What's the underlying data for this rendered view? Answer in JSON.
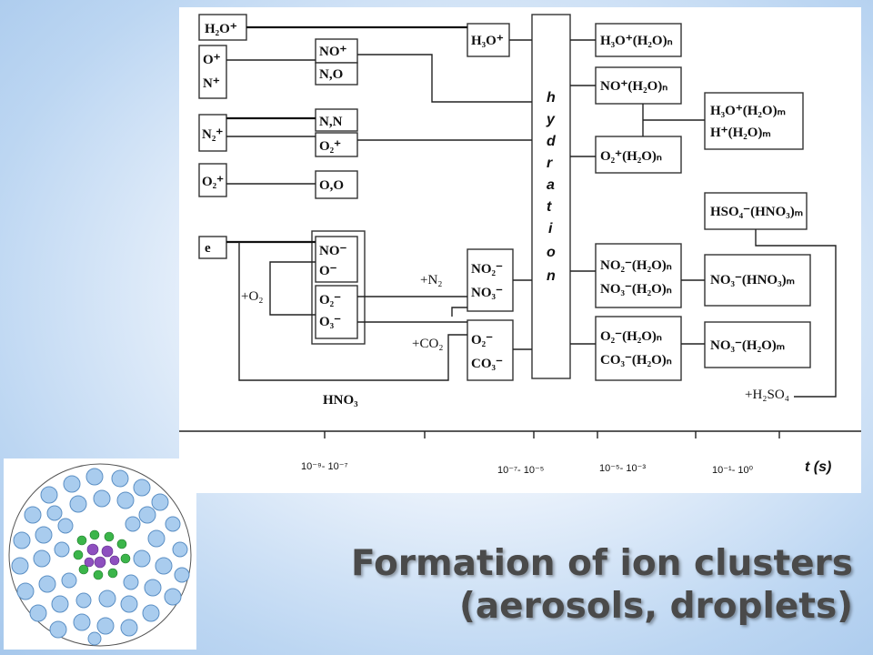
{
  "slide": {
    "title": "Formation of ion clusters (aerosols, droplets)"
  },
  "diagram": {
    "primary_ions": [
      "H₂O⁺",
      "O⁺",
      "N⁺",
      "N₂⁺",
      "O₂⁺",
      "e"
    ],
    "first_products": [
      "NO⁺",
      "N,O",
      "N,N",
      "O₂⁺",
      "O,O",
      "NO⁻",
      "O⁻",
      "O₂⁻",
      "O₃⁻"
    ],
    "intermediate": [
      "H₃O⁺",
      "NO₂⁻",
      "NO₃⁻",
      "O₂⁻",
      "CO₃⁻"
    ],
    "reactants": [
      "+O₂",
      "+N₂",
      "+CO₂",
      "HNO₃",
      "+H₂SO₄"
    ],
    "hydration_label": [
      "h",
      "y",
      "d",
      "r",
      "a",
      "t",
      "i",
      "o",
      "n"
    ],
    "hydrated": [
      "H₃O⁺(H₂O)ₙ",
      "NO⁺(H₂O)ₙ",
      "O₂⁺(H₂O)ₙ",
      "NO₂⁻(H₂O)ₙ",
      "NO₃⁻(H₂O)ₙ",
      "O₂⁻(H₂O)ₙ",
      "CO₃⁻(H₂O)ₙ"
    ],
    "final": [
      "H₃O⁺(H₂O)ₘ",
      "H⁺(H₂O)ₘ",
      "HSO₄⁻(HNO₃)ₘ",
      "NO₃⁻(HNO₃)ₘ",
      "NO₃⁻(H₂O)ₘ"
    ],
    "time_ticks": [
      "10⁻⁹- 10⁻⁷",
      "10⁻⁷- 10⁻⁵",
      "10⁻⁵- 10⁻³",
      "10⁻¹- 10⁰"
    ],
    "time_axis_label": "t (s)"
  }
}
